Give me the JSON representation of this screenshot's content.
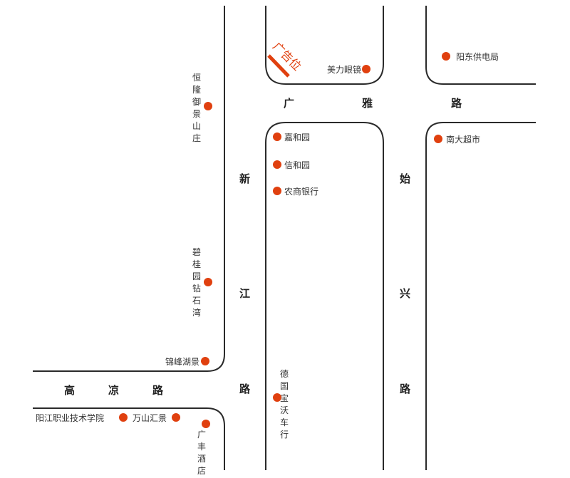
{
  "roads": {
    "guangya": "广 雅 路",
    "xinjiang": "新 江 路",
    "shixing": "始 兴 路",
    "gaoliang": "高 凉 路"
  },
  "ad_spot": {
    "label": "广告位",
    "color": "#e0400f"
  },
  "poi_color": "#e0400f",
  "pois": {
    "meili": "美力眼镜",
    "yangdong_power": "阳东供电局",
    "hengriver": "恒隆",
    "yujing": "御景山庄",
    "jiahe": "嘉和园",
    "xinhe": "信和园",
    "nongshang": "农商银行",
    "nanda": "南大超市",
    "biguiyuan": "碧桂园",
    "zuanshi": "钻石湾",
    "jinfeng": "锦峰湖景",
    "yangjiang_college": "阳江职业技术学院",
    "wanshan": "万山汇景",
    "guangfeng": "广丰酒店",
    "deguo": "德国宝沃车行"
  }
}
